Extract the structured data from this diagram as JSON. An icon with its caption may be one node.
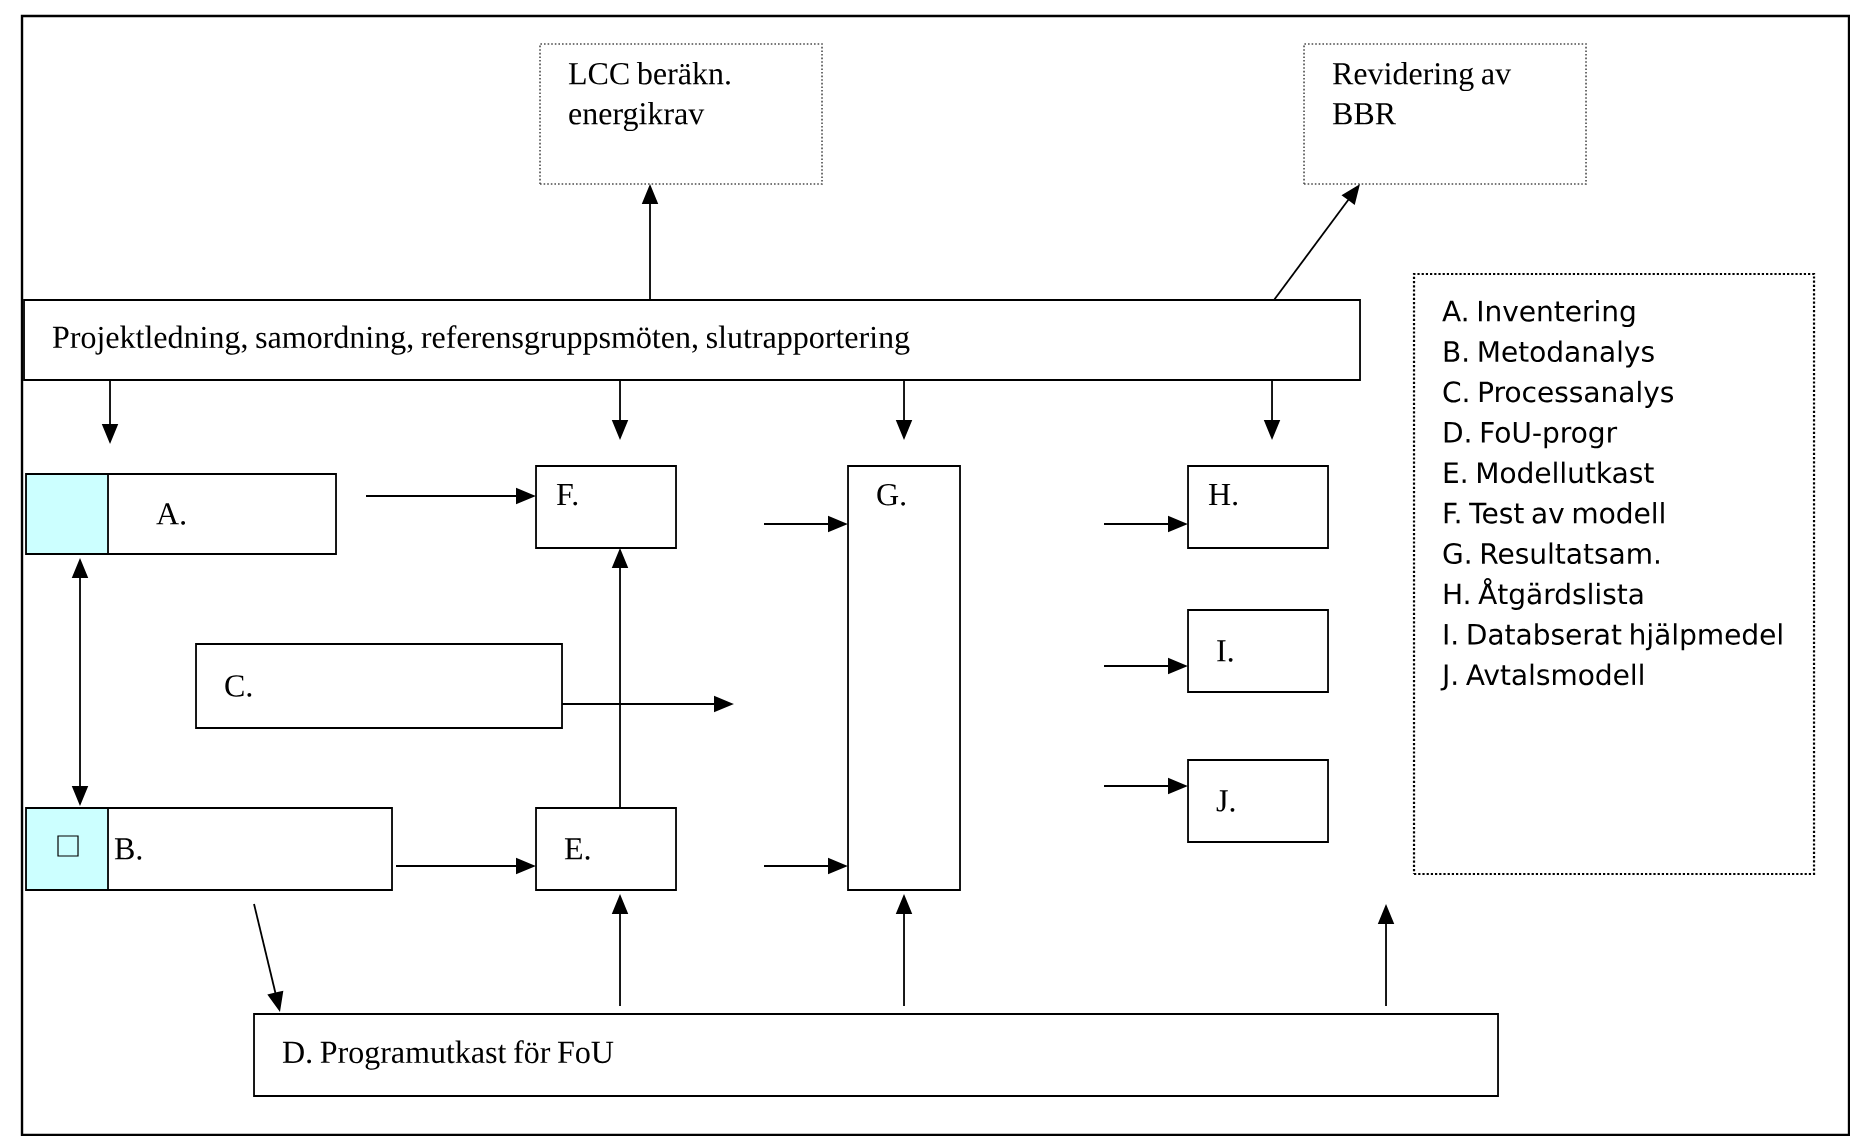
{
  "diagram": {
    "nodes": [
      {
        "text": [
          "LCC beräkn. energikrav"
        ]
      },
      {
        "text": [
          "Revidering av BBR"
        ]
      },
      {
        "text": [
          "Projektledning, samordning, referensgruppsmöten, slutrapportering"
        ]
      },
      {
        "text": [
          "A."
        ]
      },
      {
        "text": [
          "F."
        ]
      },
      {
        "text": [
          "G."
        ]
      },
      {
        "text": [
          "H."
        ]
      },
      {
        "text": [
          "C."
        ]
      },
      {
        "text": [
          "I."
        ]
      },
      {
        "text": [
          "J."
        ]
      },
      {
        "text": [
          "B."
        ]
      },
      {
        "text": [
          "E."
        ]
      },
      {
        "text": [
          "D. Programutkast för FoU"
        ]
      },
      {
        "text": [
          "A. Inventering",
          "B. Metodanalys",
          "C. Processanalys",
          "D. FoU-progr",
          "E. Modellutkast",
          "F. Test av modell",
          "G. Resultatsam.",
          "H. Åtgärdslista",
          "I. Databserat hjälpmedel",
          "J. Avtalsmodell"
        ]
      }
    ],
    "edges": [
      {
        "from": 2,
        "to": 0,
        "arrow": "to"
      },
      {
        "from": 2,
        "to": 1,
        "arrow": "to"
      },
      {
        "from": 2,
        "to": 3,
        "arrow": "to"
      },
      {
        "from": 2,
        "to": 4,
        "arrow": "to"
      },
      {
        "from": 2,
        "to": 5,
        "arrow": "to"
      },
      {
        "from": 2,
        "to": 6,
        "arrow": "to"
      },
      {
        "from": 3,
        "to": 10,
        "arrow": "both"
      },
      {
        "from": 3,
        "to": 4,
        "arrow": "to"
      },
      {
        "from": null,
        "to": 5,
        "arrow": "to"
      },
      {
        "from": null,
        "to": 6,
        "arrow": "to"
      },
      {
        "from": 7,
        "to": null,
        "arrow": "to"
      },
      {
        "from": null,
        "to": 8,
        "arrow": "to"
      },
      {
        "from": null,
        "to": 9,
        "arrow": "to"
      },
      {
        "from": 10,
        "to": 11,
        "arrow": "to"
      },
      {
        "from": 11,
        "to": 4,
        "arrow": "to"
      },
      {
        "from": null,
        "to": 5,
        "arrow": "to"
      },
      {
        "from": 10,
        "to": 12,
        "arrow": "to"
      },
      {
        "from": 12,
        "to": 11,
        "arrow": "to"
      },
      {
        "from": 12,
        "to": 5,
        "arrow": "to"
      },
      {
        "from": 12,
        "to": null,
        "arrow": "to"
      }
    ]
  }
}
